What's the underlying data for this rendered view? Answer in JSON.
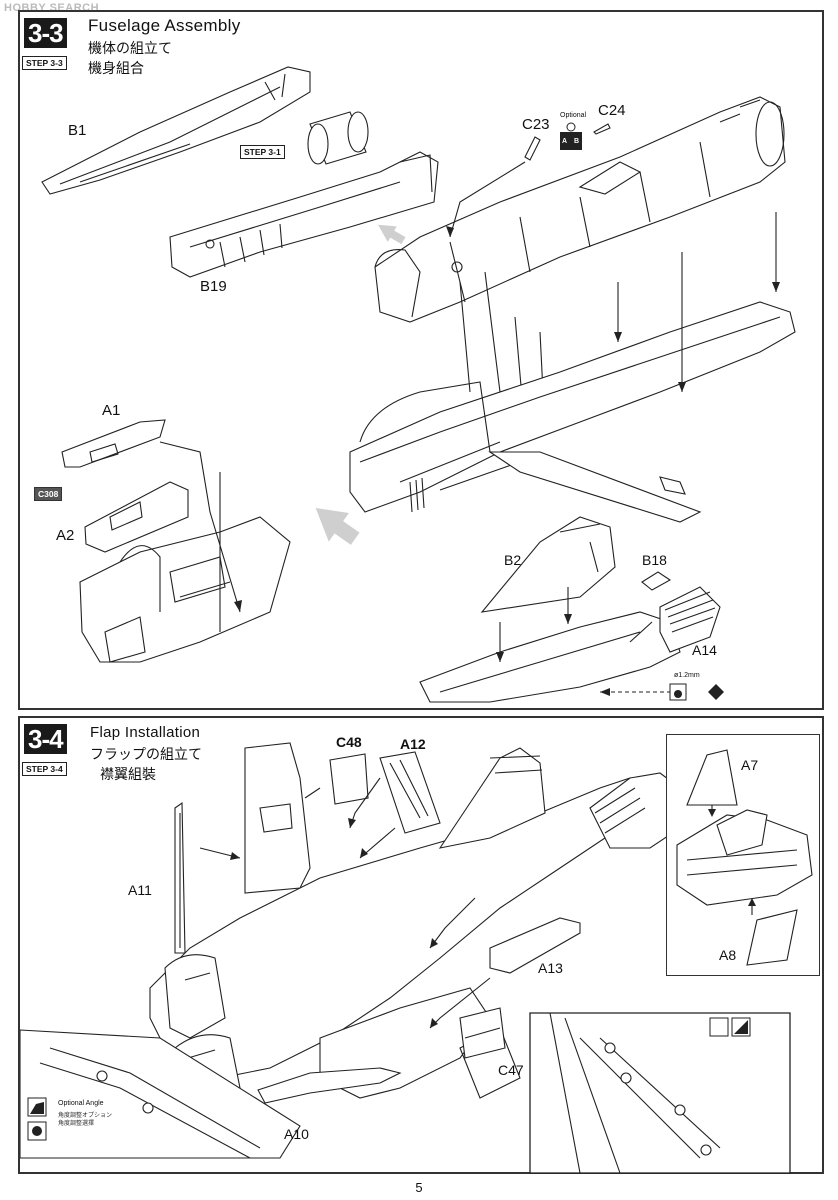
{
  "watermark": "HOBBY SEARCH",
  "step33": {
    "number": "3-3",
    "tag": "STEP 3-3",
    "title": "Fuselage Assembly",
    "jp": "機体の組立て",
    "cn": "機身組合",
    "labels": {
      "b1": "B1",
      "step31": "STEP 3-1",
      "b19": "B19",
      "c23": "C23",
      "optional": "Optional",
      "c24": "C24",
      "a1": "A1",
      "c308": "C308",
      "a2": "A2",
      "b2": "B2",
      "b18": "B18",
      "a14": "A14",
      "drill": "ø1.2mm",
      "opt_a": "A",
      "opt_b": "B"
    }
  },
  "step34": {
    "number": "3-4",
    "tag": "STEP 3-4",
    "title": "Flap Installation",
    "jp": "フラップの組立て",
    "cn": "襟翼組裝",
    "labels": {
      "c48": "C48",
      "a12": "A12",
      "a7": "A7",
      "a11": "A11",
      "a8": "A8",
      "a13": "A13",
      "c47": "C47",
      "a10": "A10",
      "optional_angle": "Optional Angle",
      "optional_angle_jp": "角度調整オプション",
      "optional_angle_cn": "角度調整選擇"
    }
  },
  "page_number": "5",
  "icons": [
    "parts-tree-icon",
    "drill-icon",
    "cement-icon",
    "decal-icon",
    "cut-icon"
  ]
}
